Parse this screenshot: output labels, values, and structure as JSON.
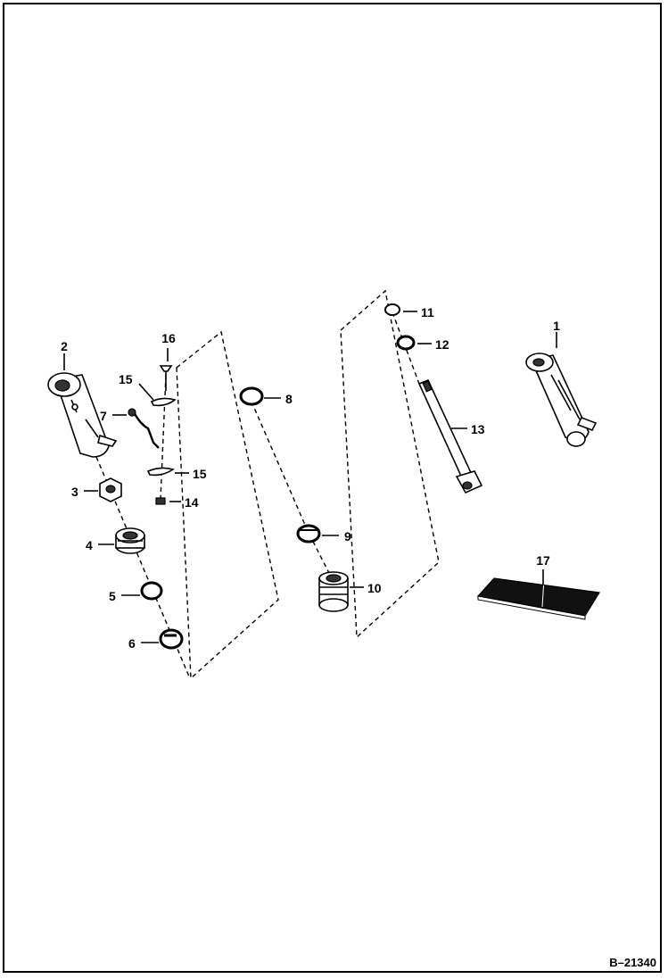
{
  "diagram": {
    "reference_code": "B–21340",
    "callouts": [
      {
        "id": "1",
        "label": "1"
      },
      {
        "id": "2",
        "label": "2"
      },
      {
        "id": "3",
        "label": "3"
      },
      {
        "id": "4",
        "label": "4"
      },
      {
        "id": "5",
        "label": "5"
      },
      {
        "id": "6",
        "label": "6"
      },
      {
        "id": "7",
        "label": "7"
      },
      {
        "id": "8",
        "label": "8"
      },
      {
        "id": "9",
        "label": "9"
      },
      {
        "id": "10",
        "label": "10"
      },
      {
        "id": "11",
        "label": "11"
      },
      {
        "id": "12",
        "label": "12"
      },
      {
        "id": "13",
        "label": "13"
      },
      {
        "id": "14",
        "label": "14"
      },
      {
        "id": "15a",
        "label": "15"
      },
      {
        "id": "15b",
        "label": "15"
      },
      {
        "id": "16",
        "label": "16"
      },
      {
        "id": "17",
        "label": "17"
      }
    ]
  }
}
